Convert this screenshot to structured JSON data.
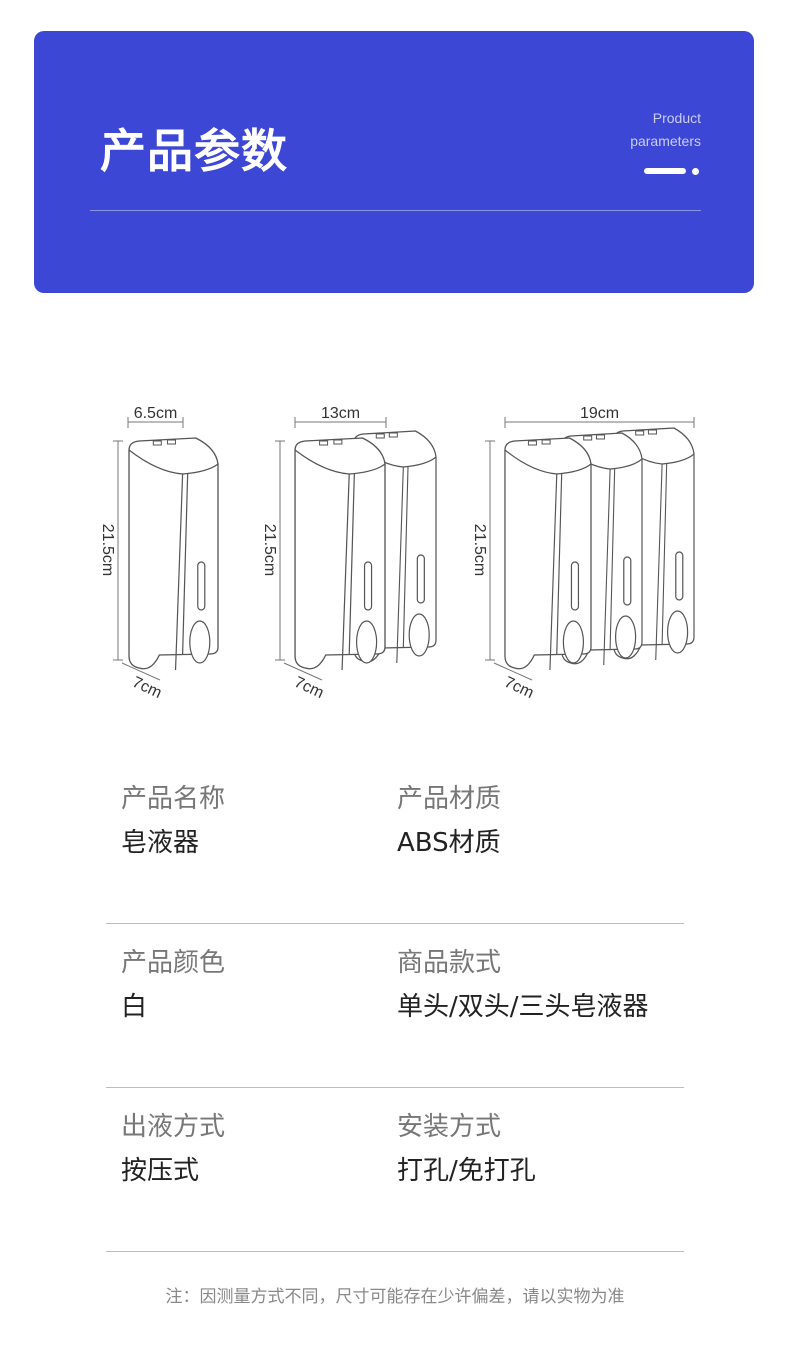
{
  "header": {
    "title": "产品参数",
    "subtitle_line1": "Product",
    "subtitle_line2": "parameters",
    "accent_color": "#3d47d6"
  },
  "dimensions": {
    "single": {
      "width": "6.5cm",
      "height": "21.5cm",
      "depth": "7cm",
      "heads": 1
    },
    "double": {
      "width": "13cm",
      "height": "21.5cm",
      "depth": "7cm",
      "heads": 2
    },
    "triple": {
      "width": "19cm",
      "height": "21.5cm",
      "depth": "7cm",
      "heads": 3
    }
  },
  "specs": [
    {
      "left": {
        "label": "产品名称",
        "value": "皂液器"
      },
      "right": {
        "label": "产品材质",
        "value": "ABS材质"
      }
    },
    {
      "left": {
        "label": "产品颜色",
        "value": "白"
      },
      "right": {
        "label": "商品款式",
        "value": "单头/双头/三头皂液器"
      }
    },
    {
      "left": {
        "label": "出液方式",
        "value": "按压式"
      },
      "right": {
        "label": "安装方式",
        "value": "打孔/免打孔"
      }
    }
  ],
  "note": "注：因测量方式不同，尺寸可能存在少许偏差，请以实物为准"
}
